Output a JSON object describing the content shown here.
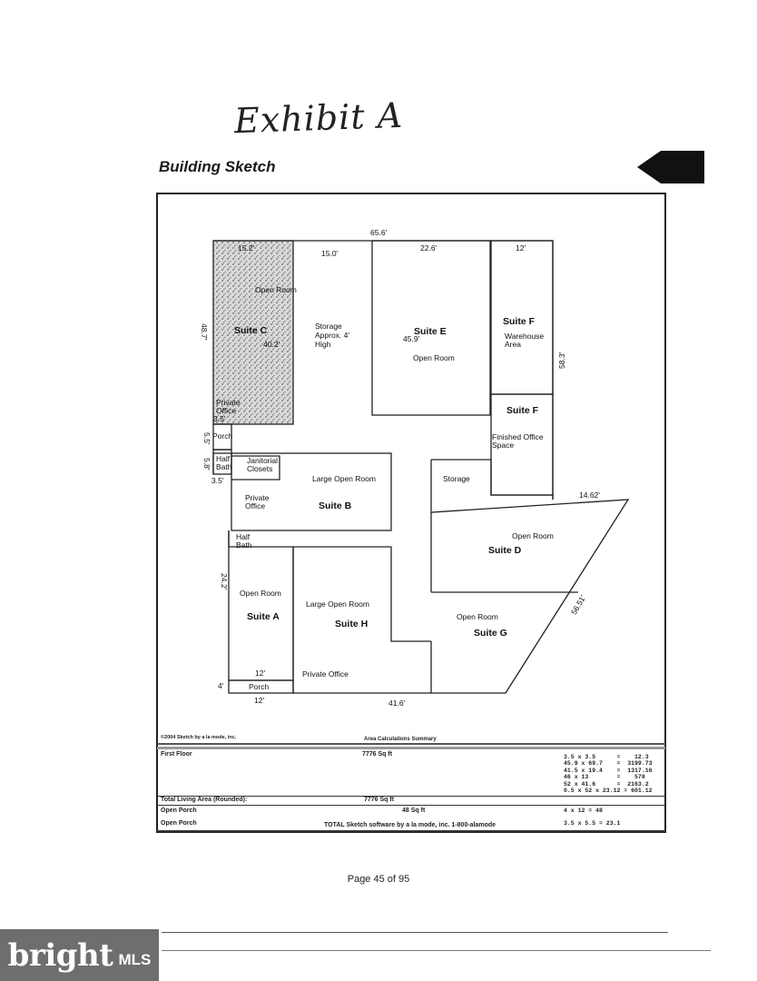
{
  "handwritten_title": "Exhibit A",
  "section_title": "Building Sketch",
  "plan": {
    "suites": {
      "c": "Suite C",
      "e": "Suite E",
      "f1": "Suite F",
      "f2": "Suite F",
      "b": "Suite B",
      "d": "Suite D",
      "a": "Suite A",
      "h": "Suite H",
      "g": "Suite G"
    },
    "rooms": {
      "c_open": "Open Room",
      "storage_1": "Storage",
      "storage_2": "Approx. 4'",
      "storage_3": "High",
      "e_open": "Open Room",
      "f_warehouse_1": "Warehouse",
      "f_warehouse_2": "Area",
      "private_office_c_1": "Private",
      "private_office_c_2": "Office",
      "f_finished_1": "Finished Office",
      "f_finished_2": "Space",
      "porch_top": "Porch",
      "half_bath_1_1": "Half",
      "half_bath_1_2": "Bath",
      "janitorial_1": "Janitorial",
      "janitorial_2": "Closets",
      "b_large_open": "Large Open Room",
      "storage_mid": "Storage",
      "b_private_1": "Private",
      "b_private_2": "Office",
      "d_open": "Open Room",
      "half_bath_2_1": "Half",
      "half_bath_2_2": "Bath",
      "a_open": "Open Room",
      "h_large_open": "Large Open Room",
      "g_open": "Open Room",
      "h_private": "Private Office",
      "porch_bottom": "Porch"
    },
    "dims": {
      "top_total": "65.6'",
      "c_width": "15.2'",
      "storage_width": "15.0'",
      "e_width": "22.6'",
      "f_width": "12'",
      "left_height": "48.7'",
      "c_height": "40.2'",
      "e_height": "45.9'",
      "right_height": "58.3'",
      "porch_height": "3.5'",
      "porch_depth": "5.5'",
      "bath_height": "5.8'",
      "left_step": "3.5'",
      "right_step": "14.62'",
      "a_height": "24.2'",
      "diag": "56.51'",
      "a_width": "12'",
      "bottom_porch": "4'",
      "bottom_left": "12'",
      "bottom_total": "41.6'"
    }
  },
  "summary": {
    "credit": "©2004 Sketch by a la mode, inc.",
    "header": "Area Calculations Summary",
    "first_floor_label": "First Floor",
    "first_floor_value": "7776 Sq ft",
    "total_label": "Total Living Area (Rounded):",
    "total_value": "7776 Sq ft",
    "open_porch_label": "Open Porch",
    "open_porch_value": "48 Sq ft",
    "open_porch2_label": "Open Porch",
    "footer": "TOTAL Sketch software by a la mode, inc. 1-800-alamode",
    "calcs": [
      "3.5 x 3.5      =    12.3",
      "45.9 x 69.7    =  3199.73",
      "41.5 x 19.4    =  1317.16",
      "46 x 13        =    578",
      "52 x 41.6      =  2163.2",
      "0.5 x 52 x 23.12 = 601.12"
    ],
    "porch_calc_1": "4 x 12        =     48",
    "porch_calc_2": "3.5 x 5.5     =   23.1"
  },
  "page_number": "Page 45 of 95",
  "logo": {
    "word": "bright",
    "suffix": "MLS"
  }
}
